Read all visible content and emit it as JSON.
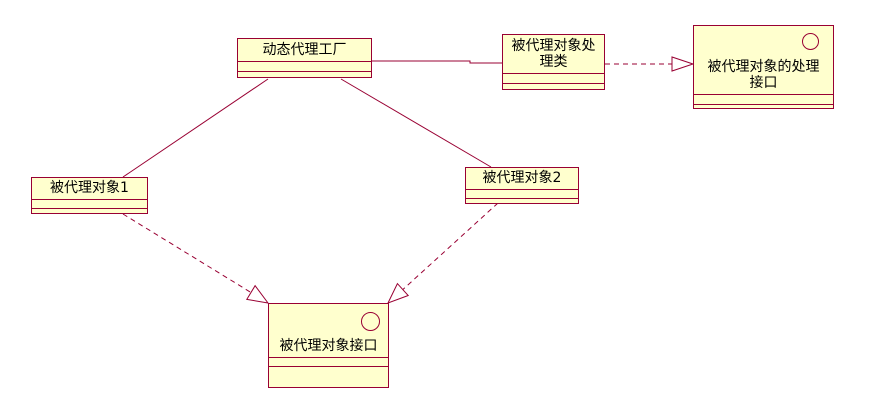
{
  "diagram": {
    "kind": "uml-class-diagram",
    "background_color": "#FFFFFF",
    "node_fill_color": "#FFFFCE",
    "line_color": "#990033",
    "text_color": "#000000",
    "nodes": [
      {
        "id": "factory",
        "name": "动态代理工厂",
        "type": "class"
      },
      {
        "id": "handler",
        "name": "被代理对象处理类",
        "type": "class"
      },
      {
        "id": "handler-interface",
        "name": "被代理对象的处理接口",
        "type": "interface"
      },
      {
        "id": "proxied1",
        "name": "被代理对象1",
        "type": "class"
      },
      {
        "id": "proxied2",
        "name": "被代理对象2",
        "type": "class"
      },
      {
        "id": "proxied-interface",
        "name": "被代理对象接口",
        "type": "interface"
      }
    ],
    "edges": [
      {
        "from": "factory",
        "to": "handler",
        "style": "solid",
        "arrow": "none"
      },
      {
        "from": "handler",
        "to": "handler-interface",
        "style": "dashed",
        "arrow": "hollow-triangle"
      },
      {
        "from": "factory",
        "to": "proxied1",
        "style": "solid",
        "arrow": "none"
      },
      {
        "from": "factory",
        "to": "proxied2",
        "style": "solid",
        "arrow": "none"
      },
      {
        "from": "proxied1",
        "to": "proxied-interface",
        "style": "dashed",
        "arrow": "hollow-triangle"
      },
      {
        "from": "proxied2",
        "to": "proxied-interface",
        "style": "dashed",
        "arrow": "hollow-triangle"
      }
    ]
  }
}
